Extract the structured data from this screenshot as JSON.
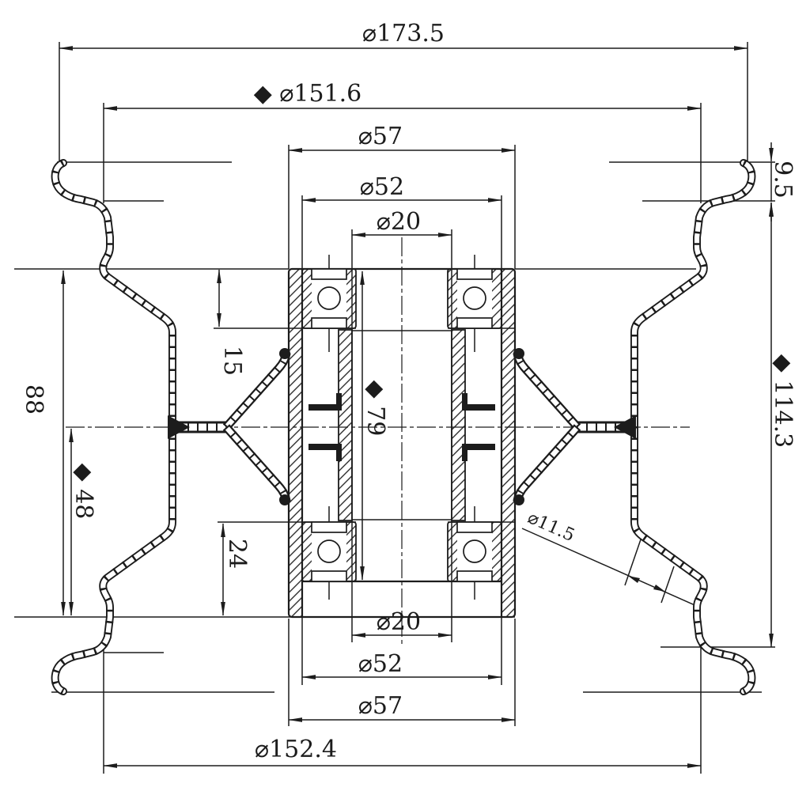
{
  "meta": {
    "type": "engineering cross-section drawing",
    "subject": "wheel rim and hub assembly with ball bearings",
    "background_color": "#ffffff",
    "line_color": "#1c1c1c"
  },
  "dimensions": {
    "outer_rim_dia_top": "⌀173.5",
    "bead_dia_top": "◆ ⌀151.6",
    "hub_od_top": "⌀57",
    "bearing_bore_dia_top": "⌀52",
    "axle_bore_dia_top": "⌀20",
    "flange_depth_right": "9.5",
    "rim_width_right": "◆ 114.3",
    "hub_length_left": "88",
    "center_offset_left": "◆ 48",
    "bearing_depth_top": "15",
    "bearing_depth_bottom": "24",
    "hub_inner_length": "◆ 79",
    "web_hole_dia": "⌀11.5",
    "axle_bore_dia_bottom": "⌀20",
    "bearing_bore_dia_bottom": "⌀52",
    "hub_od_bottom": "⌀57",
    "bead_dia_bottom": "⌀152.4"
  }
}
